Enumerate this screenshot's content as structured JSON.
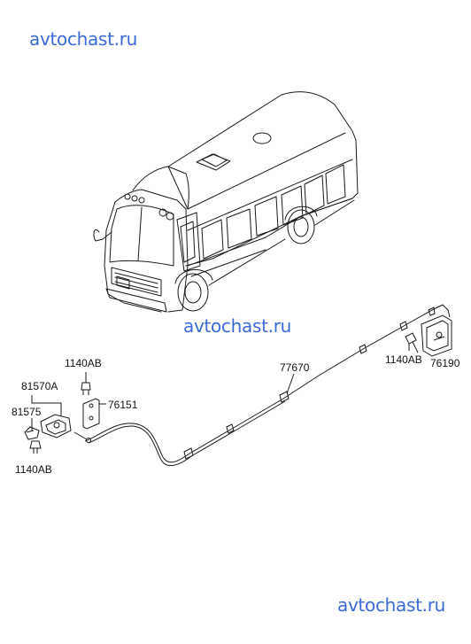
{
  "watermarks": [
    "avtochast.ru",
    "avtochast.ru",
    "avtochast.ru"
  ],
  "parts": {
    "p_1140AB_top": "1140AB",
    "p_81570A": "81570A",
    "p_81575": "81575",
    "p_1140AB_bottom": "1140AB",
    "p_76151": "76151",
    "p_77670": "77670",
    "p_1140AB_right": "1140AB",
    "p_76190": "76190"
  },
  "colors": {
    "watermark": "#3b6ad6",
    "line": "#1a1a1a"
  }
}
